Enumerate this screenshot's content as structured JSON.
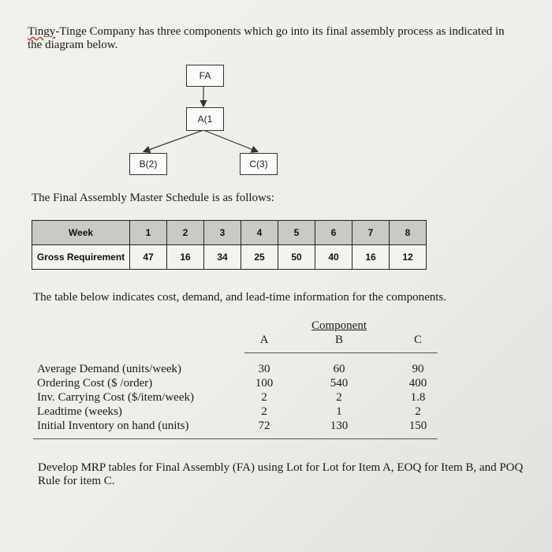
{
  "intro": {
    "company_word": "Tingy",
    "text_rest": "-Tinge Company has three components which go into its final assembly process as indicated in the diagram below."
  },
  "diagram": {
    "fa": "FA",
    "a": "A(1",
    "b": "B(2)",
    "c": "C(3)"
  },
  "schedule_heading": "The Final Assembly Master Schedule is as follows:",
  "schedule": {
    "week_label": "Week",
    "gross_label": "Gross Requirement",
    "weeks": [
      "1",
      "2",
      "3",
      "4",
      "5",
      "6",
      "7",
      "8"
    ],
    "gross": [
      "47",
      "16",
      "34",
      "25",
      "50",
      "40",
      "16",
      "12"
    ]
  },
  "component_heading": "The table below indicates cost, demand, and lead-time information for the components.",
  "component_table": {
    "group_label": "Component",
    "columns": [
      "A",
      "B",
      "C"
    ],
    "rows": [
      {
        "label": "Average Demand (units/week)",
        "values": [
          "30",
          "60",
          "90"
        ]
      },
      {
        "label": "Ordering Cost ($ /order)",
        "values": [
          "100",
          "540",
          "400"
        ]
      },
      {
        "label": "Inv. Carrying Cost ($/item/week)",
        "values": [
          "2",
          "2",
          "1.8"
        ]
      },
      {
        "label": "Leadtime (weeks)",
        "values": [
          "2",
          "1",
          "2"
        ]
      },
      {
        "label": "Initial Inventory on hand (units)",
        "values": [
          "72",
          "130",
          "150"
        ]
      }
    ]
  },
  "footer": "Develop MRP tables for Final Assembly (FA) using Lot for Lot for Item A, EOQ for Item B, and POQ Rule for item C."
}
